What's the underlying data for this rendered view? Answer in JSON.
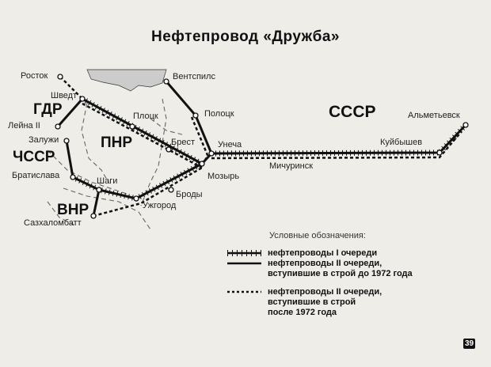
{
  "title": "Нефтепровод «Дружба»",
  "countries": {
    "gdr": "ГДР",
    "pnr": "ПНР",
    "chssr": "ЧССР",
    "vnr": "ВНР",
    "sssr": "СССР"
  },
  "cities": {
    "rostock": "Росток",
    "schwedt": "Шведт",
    "leuna": "Лейна II",
    "zaluzhi": "Залужи",
    "bratislava": "Братислава",
    "shagi": "Шаги",
    "szazhalombatta": "Сазхаломбатт",
    "uzhgorod": "Ужгород",
    "brody": "Броды",
    "mozyr": "Мозырь",
    "brest": "Брест",
    "plock": "Плоцк",
    "ventspils": "Вентспилс",
    "polotsk": "Полоцк",
    "unecha": "Унеча",
    "michurinsk": "Мичуринск",
    "kuibyshev": "Куйбышев",
    "almetyevsk": "Альметьевск"
  },
  "legend": {
    "heading": "Условные обозначения:",
    "items": [
      {
        "lines": [
          "нефтепроводы I очереди"
        ]
      },
      {
        "lines": [
          "нефтепроводы II очереди,",
          "вступившие в строй до 1972 года"
        ]
      },
      {
        "lines": [
          "нефтепроводы II очереди,",
          "вступившие в строй",
          "после 1972 года"
        ]
      }
    ]
  },
  "page_number": "39"
}
